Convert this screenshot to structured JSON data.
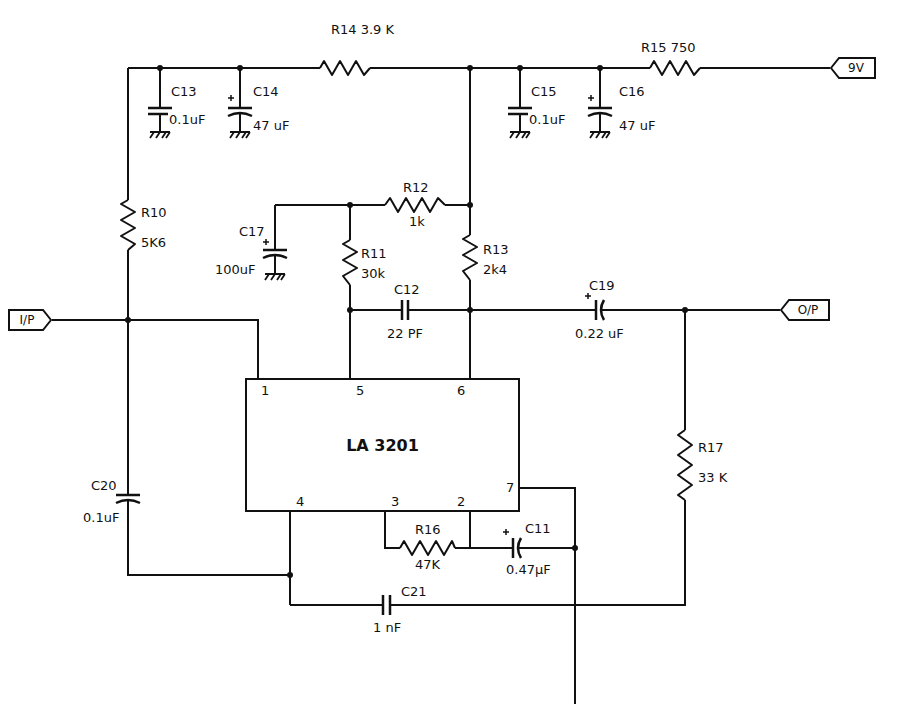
{
  "diagram": {
    "nodes": [
      {
        "text": [
          "9V"
        ]
      },
      {
        "text": [
          "I/P"
        ]
      },
      {
        "text": [
          "LA 3201"
        ]
      },
      {
        "text": [
          "O/P"
        ]
      }
    ],
    "edges": [
      {
        "from": 1,
        "to": 2,
        "arrow": "none"
      }
    ],
    "labels": [
      "R14 3.9 K",
      "R15 750",
      "C13",
      "0.1uF",
      "C14",
      "47 uF",
      "C15",
      "0.1uF",
      "C16",
      "47 uF",
      "R10",
      "5K6",
      "R12",
      "1k",
      "C17",
      "100uF",
      "R11",
      "30k",
      "R13",
      "2k4",
      "C12",
      "22 PF",
      "C19",
      "0.22 uF",
      "R17",
      "33 K",
      "C20",
      "0.1uF",
      "R16",
      "47K",
      "C11",
      "0.47μF",
      "C21",
      "1 nF",
      "1",
      "5",
      "6",
      "7",
      "4",
      "3",
      "2"
    ]
  }
}
